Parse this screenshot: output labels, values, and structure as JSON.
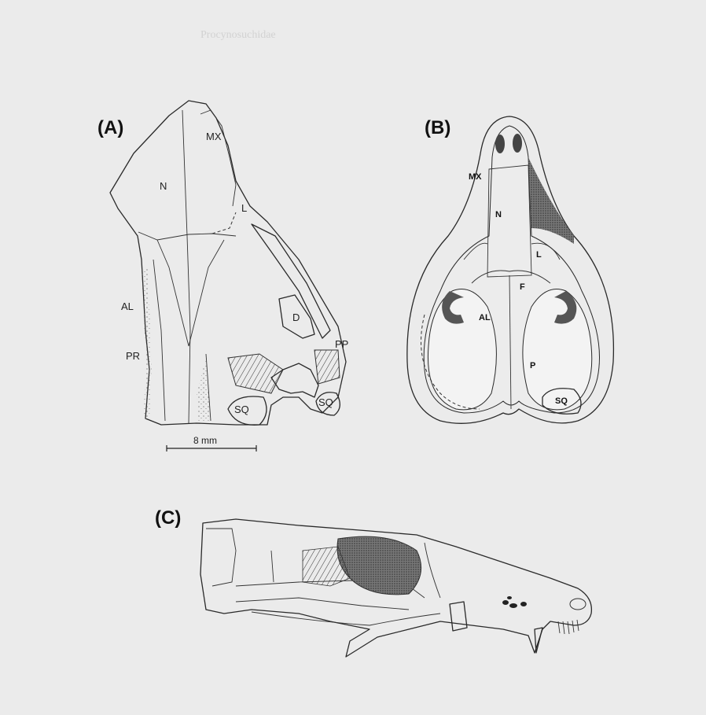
{
  "header_text": "Procynosuchidae",
  "panels": {
    "A": {
      "label": "(A)",
      "bones": [
        "MX",
        "N",
        "L",
        "D",
        "AL",
        "PR",
        "PP",
        "SQ",
        "SQ"
      ],
      "scale_bar": "8 mm"
    },
    "B": {
      "label": "(B)",
      "bones": [
        "MX",
        "N",
        "L",
        "F",
        "AL",
        "P",
        "SQ"
      ]
    },
    "C": {
      "label": "(C)"
    }
  }
}
